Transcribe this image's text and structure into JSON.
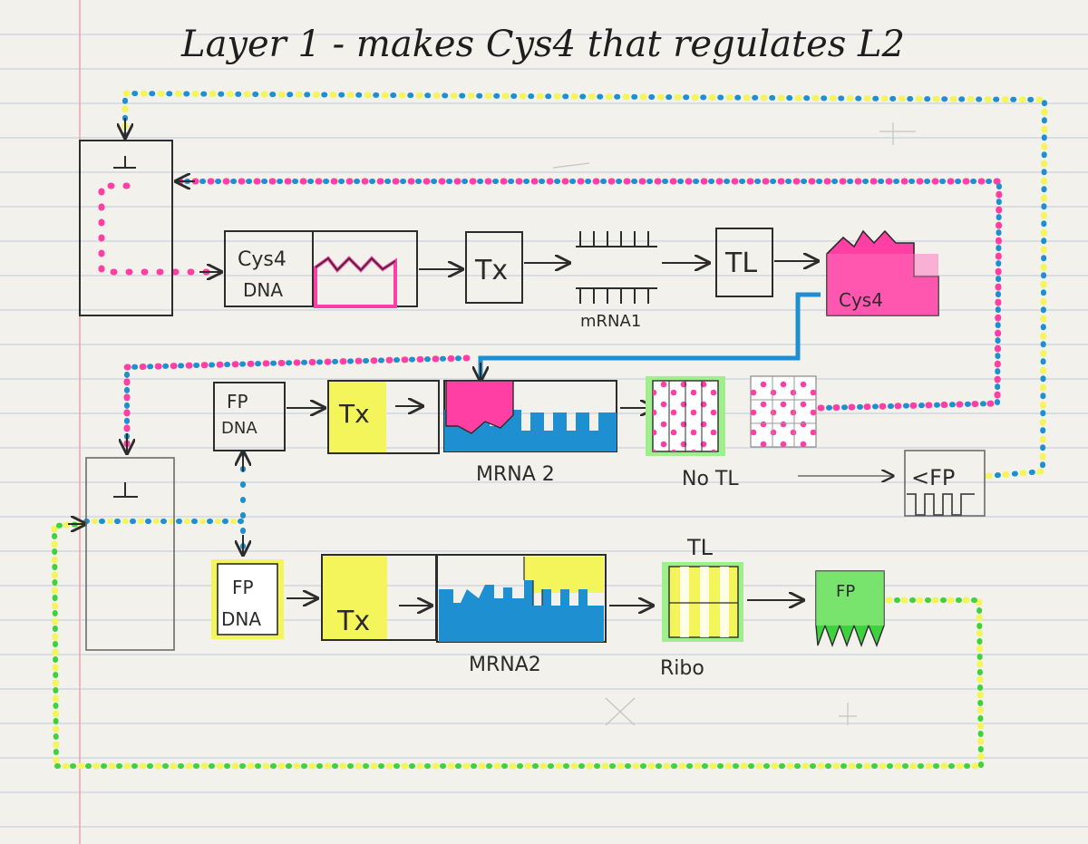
{
  "title": "Layer 1 - makes Cys4 that regulates L2",
  "labels": {
    "cys4_dna_line1": "Cys4",
    "cys4_dna_line2": "DNA",
    "tx1": "Tx",
    "tl1": "TL",
    "mrna1": "mRNA1",
    "cys4_protein": "Cys4",
    "fp_dna1_line1": "FP",
    "fp_dna1_line2": "DNA",
    "tx2": "Tx",
    "mrna2_top": "MRNA 2",
    "no_tl": "No TL",
    "fp_blocked": "<FP",
    "fp_dna2_line1": "FP",
    "fp_dna2_line2": "DNA",
    "tx3": "Tx",
    "mrna2_bottom": "MRNA2",
    "tl2": "TL",
    "ribo": "Ribo",
    "fp_protein": "FP"
  },
  "colors": {
    "pink": "#ff3fa3",
    "blue": "#1e8fd0",
    "yellow": "#f4f55a",
    "green": "#3fd23f",
    "light_green": "#9ff08c",
    "ink": "#2c2c2c",
    "grid_line": "#c9d2de",
    "margin_line": "#f0a0b0"
  }
}
